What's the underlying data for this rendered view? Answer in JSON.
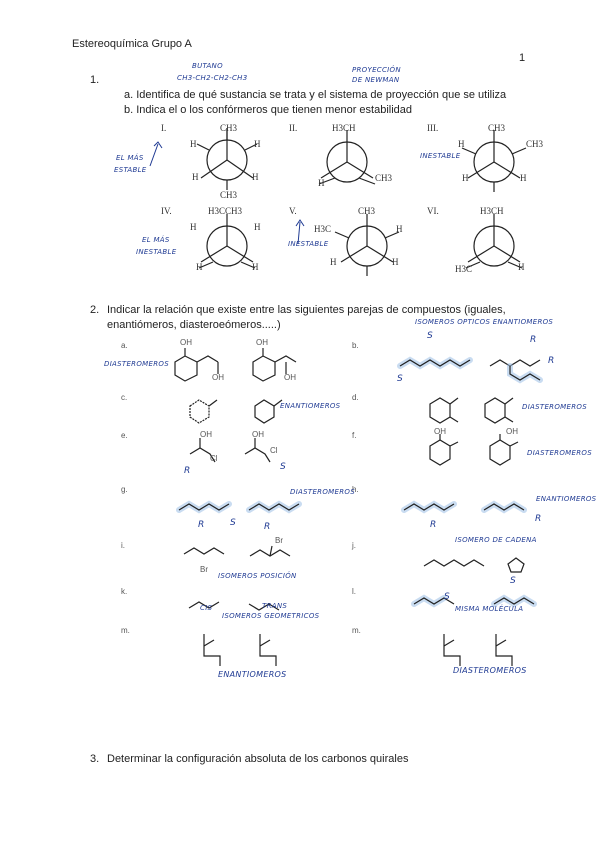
{
  "doc": {
    "title": "Estereoquímica Grupo A",
    "page_number": "1"
  },
  "q1": {
    "number": "1.",
    "a": "a.   Identifica de qué sustancia se trata y el sistema de proyección que se utiliza",
    "b": "b.   Indica el o los confórmeros que tienen menor estabilidad",
    "notes": {
      "butano": "BUTANO",
      "formula": "CH3-CH2-CH2-CH3",
      "proj1": "PROYECCIÓN",
      "proj2": "DE NEWMAN"
    },
    "conformers": [
      {
        "label": "I.",
        "top": "CH3",
        "bottom": "CH3",
        "ul": "H",
        "ur": "H",
        "ll": "H",
        "lr": "H"
      },
      {
        "label": "II.",
        "top": "H3CH",
        "bottom": "",
        "ul": "",
        "ur": "",
        "ll": "H",
        "lr": "CH3"
      },
      {
        "label": "III.",
        "top": "CH3",
        "bottom": "",
        "ul": "H",
        "ur": "CH3",
        "ll": "H",
        "lr": "H"
      },
      {
        "label": "IV.",
        "top": "H3CCH3",
        "bottom": "",
        "ul": "H",
        "ur": "H",
        "ll": "H",
        "lr": "H"
      },
      {
        "label": "V.",
        "top": "CH3",
        "bottom": "",
        "ul": "H3C",
        "ur": "H",
        "ll": "H",
        "lr": "H"
      },
      {
        "label": "VI.",
        "top": "H3CH",
        "bottom": "",
        "ul": "",
        "ur": "",
        "ll": "H3C",
        "lr": "H"
      }
    ],
    "annotations": {
      "mas_estable_1": "EL MÁS",
      "mas_estable_2": "ESTABLE",
      "inestable": "INESTABLE",
      "mas_inestable_1": "EL MÁS",
      "mas_inestable_2": "INESTABLE",
      "inestable2": "INESTABLE"
    }
  },
  "q2": {
    "number": "2.",
    "text1": "Indicar la relación que existe  entre las siguientes parejas de compuestos (iguales,",
    "text2": "enantiómeros, diasteroeómeros.....)",
    "pairs": [
      {
        "label": "a.",
        "answer": "DIASTEROMEROS"
      },
      {
        "label": "b.",
        "answer": "ISOMEROS OPTICOS ENANTIOMEROS"
      },
      {
        "label": "c.",
        "answer": "ENANTIOMEROS"
      },
      {
        "label": "d.",
        "answer": "DIASTEROMEROS"
      },
      {
        "label": "e.",
        "answer": ""
      },
      {
        "label": "f.",
        "answer": "DIASTEROMEROS"
      },
      {
        "label": "g.",
        "answer": "DIASTEROMEROS"
      },
      {
        "label": "h.",
        "answer": "ENANTIOMEROS"
      },
      {
        "label": "i.",
        "answer": "ISOMEROS POSICIÓN"
      },
      {
        "label": "j.",
        "answer": "ISOMERO DE CADENA"
      },
      {
        "label": "k.",
        "answer": "ISOMEROS GEOMETRICOS"
      },
      {
        "label": "l.",
        "answer": "MISMA MOLÉCULA"
      },
      {
        "label": "m.",
        "answer": "ENANTIOMEROS"
      },
      {
        "label": "m.",
        "answer": "DIASTEROMEROS"
      }
    ],
    "chem": {
      "OH": "OH",
      "Cl": "Cl",
      "Br": "Br",
      "R": "R",
      "S": "S",
      "cis": "CIS",
      "trans": "TRANS"
    }
  },
  "q3": {
    "number": "3.",
    "text": "Determinar la configuración absoluta de los carbonos quirales"
  }
}
